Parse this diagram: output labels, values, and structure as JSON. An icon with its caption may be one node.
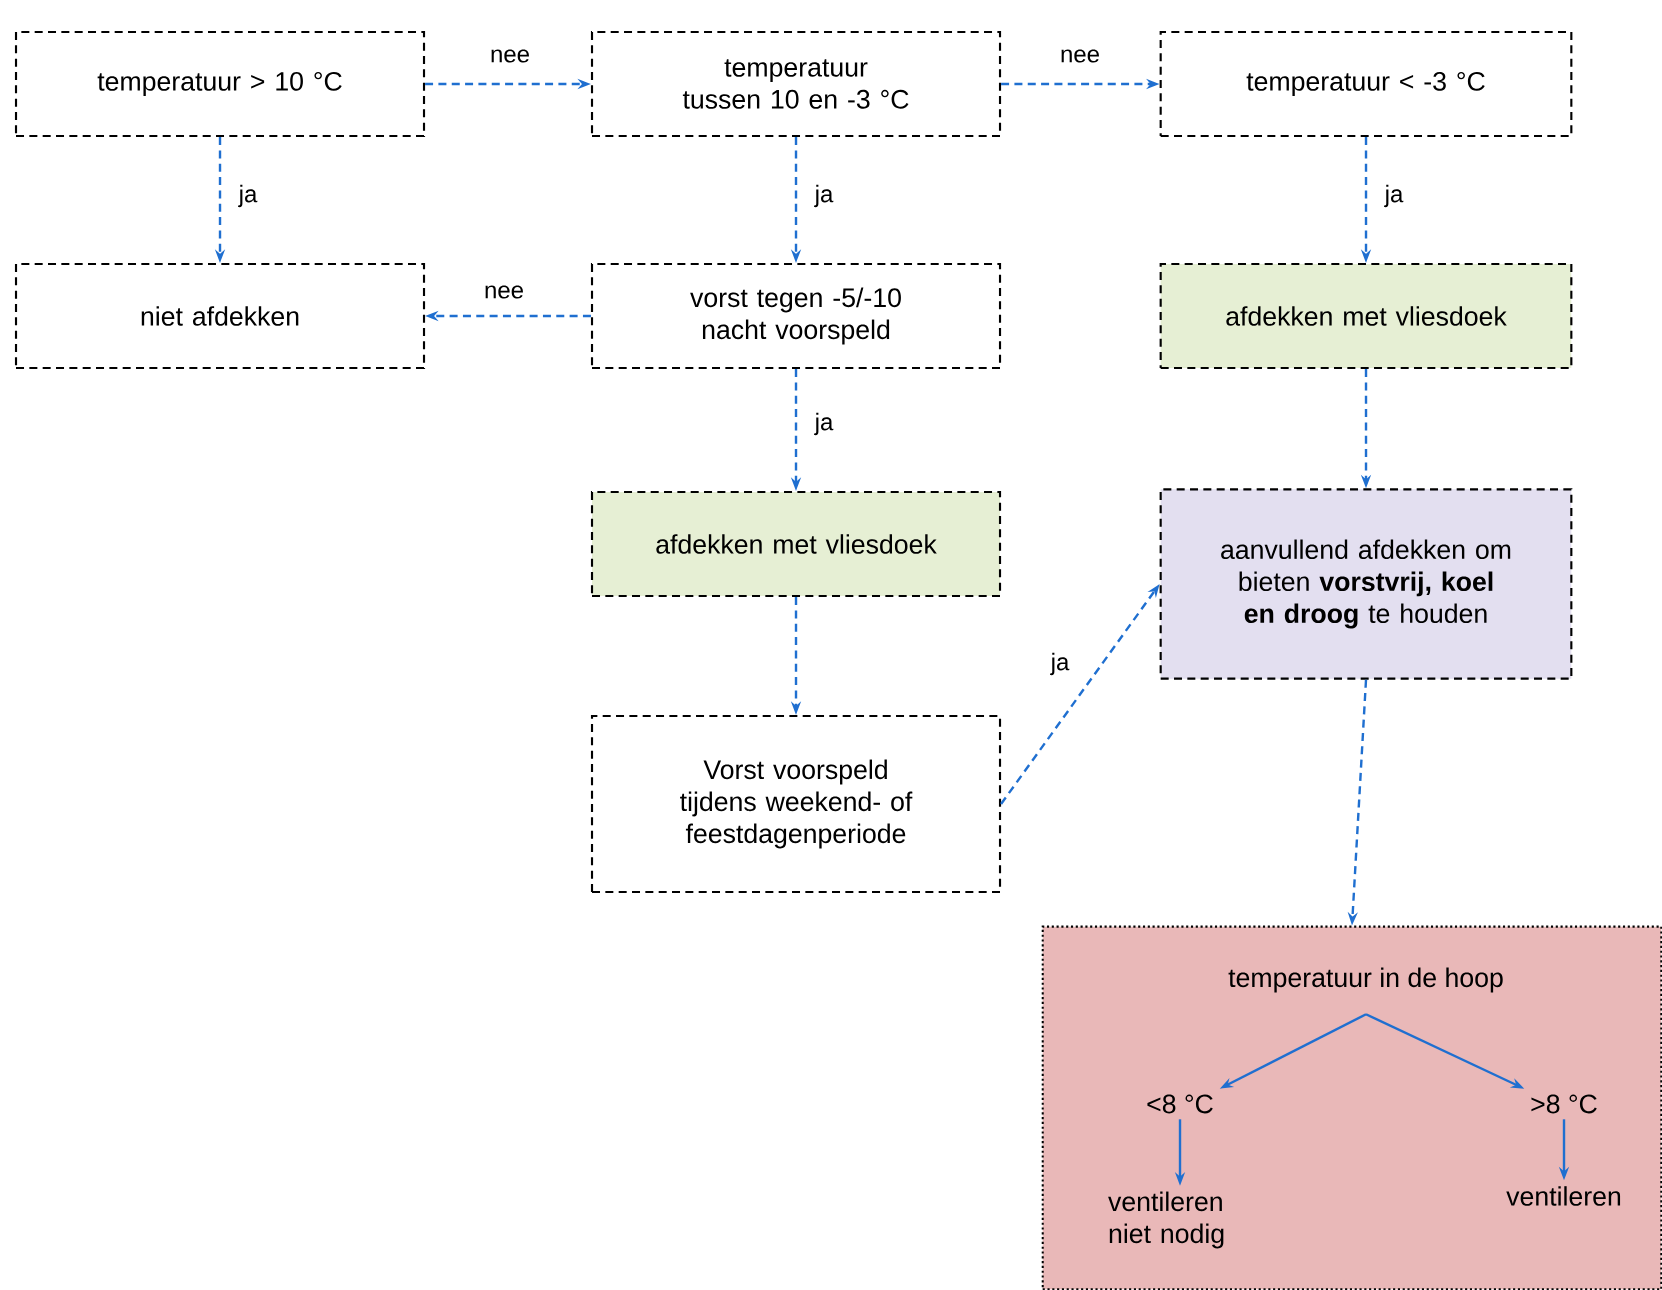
{
  "diagram": {
    "nodes": [
      {
        "text": [
          "temperatuur > 10 °C"
        ]
      },
      {
        "text": [
          "temperatuur tussen 10 en -3 °C"
        ]
      },
      {
        "text": [
          "temperatuur < -3 °C"
        ]
      },
      {
        "text": [
          "niet afdekken"
        ]
      },
      {
        "text": [
          "vorst tegen -5/-10 nacht voorspeld"
        ]
      },
      {
        "text": [
          "afdekken met vliesdoek"
        ]
      },
      {
        "text": [
          "afdekken met vliesdoek"
        ]
      },
      {
        "text": [
          "aanvullend afdekken om bieten **vorstvrij, koel en droog** te houden"
        ]
      },
      {
        "text": [
          "Vorst voorspeld tijdens weekend- of feestdagenperiode"
        ]
      },
      {
        "text": [],
        "shape": "box"
      },
      {
        "text": [
          "temperatuur in de hoop"
        ],
        "in": 9
      },
      {
        "text": [
          "<8 °C"
        ],
        "in": 9
      },
      {
        "text": [
          ">8 °C"
        ],
        "in": 9
      },
      {
        "text": [
          "ventileren niet nodig"
        ],
        "in": 9
      },
      {
        "text": [
          "ventileren"
        ],
        "in": 9
      }
    ],
    "edges": [
      {
        "from": 0,
        "to": 1,
        "arrow": "to",
        "label": "nee",
        "style": "dashed"
      },
      {
        "from": 1,
        "to": 2,
        "arrow": "to",
        "label": "nee",
        "style": "dashed"
      },
      {
        "from": 0,
        "to": 3,
        "arrow": "to",
        "label": "ja",
        "style": "dashed"
      },
      {
        "from": 1,
        "to": 4,
        "arrow": "to",
        "label": "ja",
        "style": "dashed"
      },
      {
        "from": 2,
        "to": 5,
        "arrow": "to",
        "label": "ja",
        "style": "dashed"
      },
      {
        "from": 4,
        "to": 3,
        "arrow": "to",
        "label": "nee",
        "style": "dashed"
      },
      {
        "from": 4,
        "to": 6,
        "arrow": "to",
        "label": "ja",
        "style": "dashed"
      },
      {
        "from": 5,
        "to": 7,
        "arrow": "to",
        "style": "dashed"
      },
      {
        "from": 6,
        "to": 8,
        "arrow": "to",
        "style": "dashed"
      },
      {
        "from": 8,
        "to": 7,
        "arrow": "to",
        "label": "ja",
        "style": "dashed"
      },
      {
        "from": 7,
        "to": 9,
        "arrow": "to",
        "style": "dashed"
      },
      {
        "from": 10,
        "to": 11,
        "arrow": "to"
      },
      {
        "from": 10,
        "to": 12,
        "arrow": "to"
      },
      {
        "from": 11,
        "to": 13,
        "arrow": "to"
      },
      {
        "from": 12,
        "to": 14,
        "arrow": "to"
      }
    ]
  }
}
